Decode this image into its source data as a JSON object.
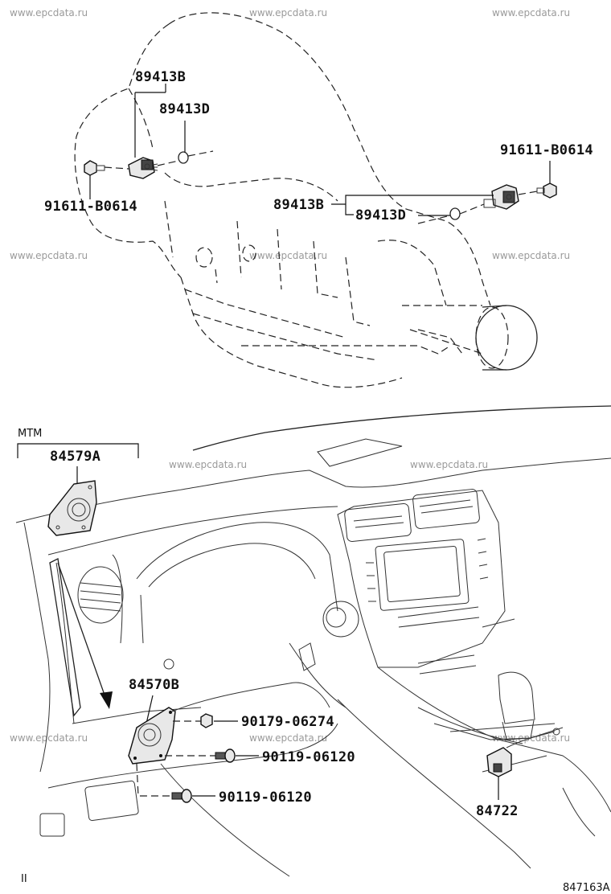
{
  "watermark": "www.epcdata.ru",
  "labels": {
    "top_left_sensor": "89413B",
    "top_left_oring": "89413D",
    "top_left_bolt": "91611-B0614",
    "top_right_bolt": "91611-B0614",
    "top_right_sensor": "89413B",
    "top_right_oring": "89413D",
    "mtm_bracket": "84579A",
    "switch_assy": "84570B",
    "nut": "90179-06274",
    "screw_upper": "90119-06120",
    "screw_lower": "90119-06120",
    "shift_switch": "84722"
  },
  "mtm_label": "MTM",
  "bottom_left_mark": "II",
  "figure_ref": "847163A"
}
